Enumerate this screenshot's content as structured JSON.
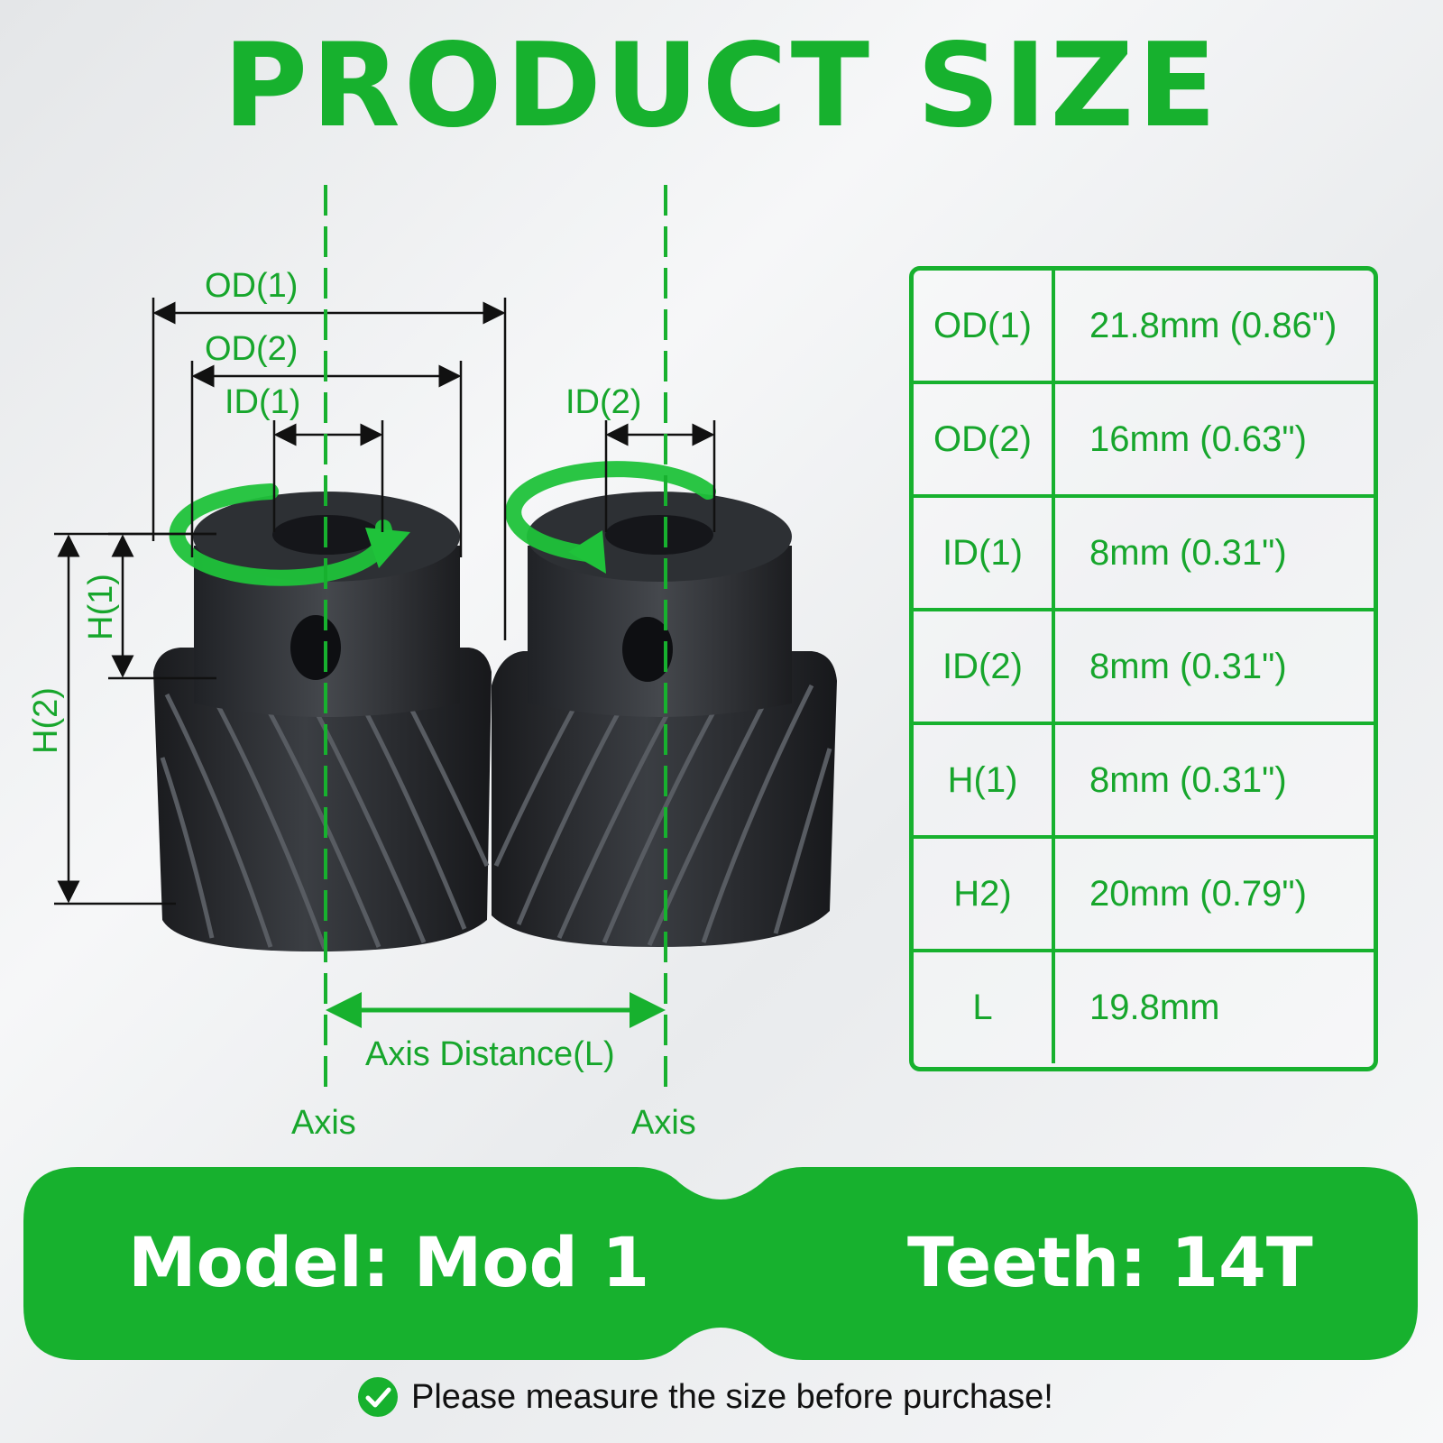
{
  "title": "PRODUCT SIZE",
  "diagram": {
    "od1_label": "OD(1)",
    "od2_label": "OD(2)",
    "id1_label": "ID(1)",
    "id2_label": "ID(2)",
    "h1_label": "H(1)",
    "h2_label": "H(2)",
    "axis_distance_label": "Axis Distance(L)",
    "axis_left_label": "Axis",
    "axis_right_label": "Axis"
  },
  "specs": [
    {
      "key": "OD(1)",
      "value": "21.8mm (0.86\")"
    },
    {
      "key": "OD(2)",
      "value": "16mm (0.63\")"
    },
    {
      "key": "ID(1)",
      "value": "8mm (0.31\")"
    },
    {
      "key": "ID(2)",
      "value": "8mm (0.31\")"
    },
    {
      "key": "H(1)",
      "value": "8mm (0.31\")"
    },
    {
      "key": "H2)",
      "value": "20mm (0.79\")"
    },
    {
      "key": "L",
      "value": "19.8mm"
    }
  ],
  "banner": {
    "model": "Model: Mod 1",
    "teeth": "Teeth: 14T"
  },
  "note": "Please measure the size before purchase!",
  "colors": {
    "accent": "#17b12e",
    "gear": "#2a2c30",
    "note_text": "#111111"
  }
}
